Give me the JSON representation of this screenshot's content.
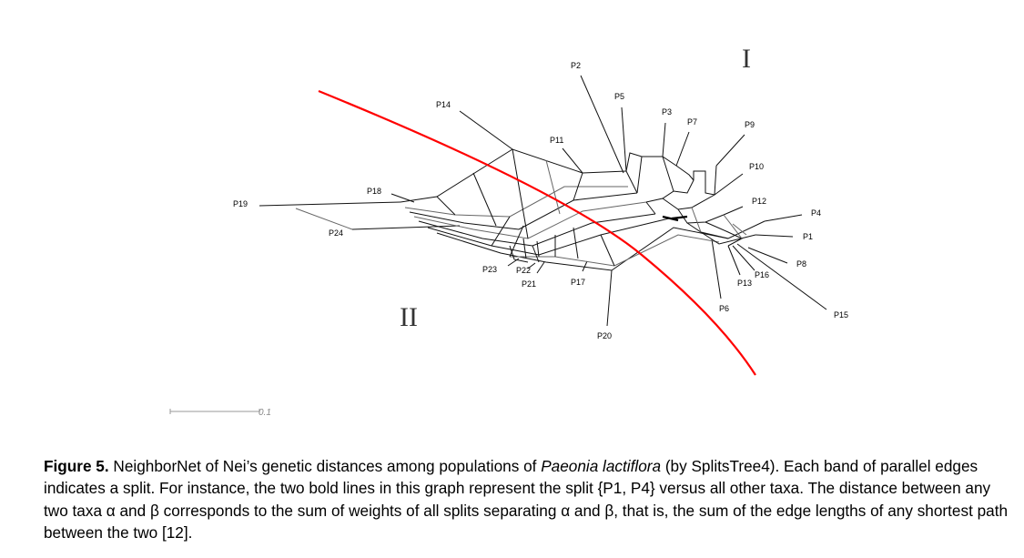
{
  "figure": {
    "taxa": {
      "P1": "P1",
      "P2": "P2",
      "P3": "P3",
      "P4": "P4",
      "P5": "P5",
      "P6": "P6",
      "P7": "P7",
      "P8": "P8",
      "P9": "P9",
      "P10": "P10",
      "P11": "P11",
      "P12": "P12",
      "P13": "P13",
      "P14": "P14",
      "P15": "P15",
      "P16": "P16",
      "P17": "P17",
      "P18": "P18",
      "P19": "P19",
      "P20": "P20",
      "P21": "P21",
      "P22": "P22",
      "P23": "P23",
      "P24": "P24"
    },
    "group_labels": {
      "group1": "I",
      "group2": "II"
    },
    "scale_bar_label": "0.1",
    "divider_color": "#ff0000"
  },
  "caption": {
    "label": "Figure 5.",
    "text1": " NeighborNet of Nei’s genetic distances among populations of ",
    "species": "Paeonia lactiflora",
    "text2": " (by SplitsTree4). Each band of parallel edges indicates a split. For instance, the two bold lines in this graph represent the split {P1, P4} versus all other taxa. The distance between any two taxa α and β corresponds to the sum of weights of all splits separating α and β, that is, the sum of the edge lengths of any shortest path between the two [12]."
  }
}
